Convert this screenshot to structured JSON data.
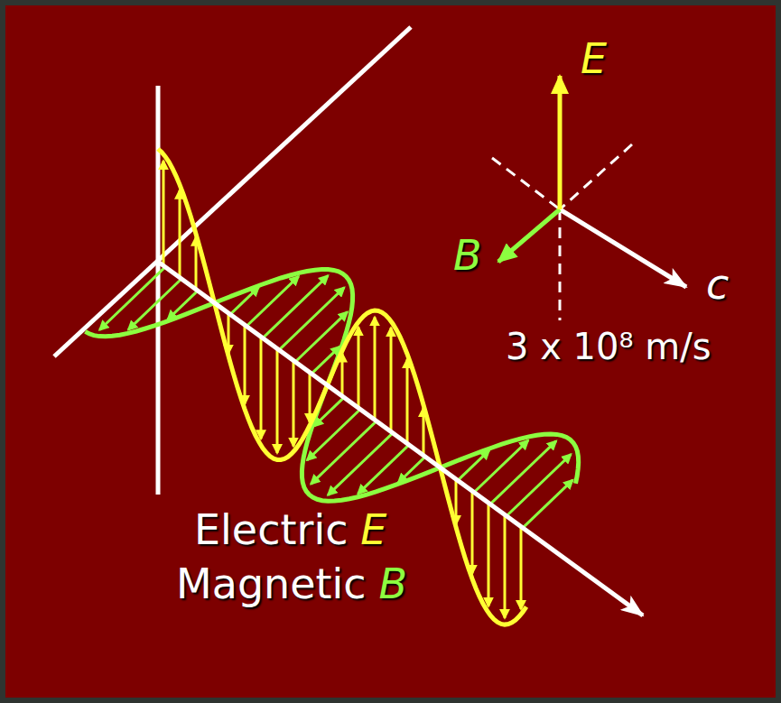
{
  "diagram": {
    "labels": [
      "E",
      "B",
      "c",
      "3 x 10⁸ m/s",
      "Electric",
      "E",
      "Magnetic",
      "B"
    ]
  }
}
